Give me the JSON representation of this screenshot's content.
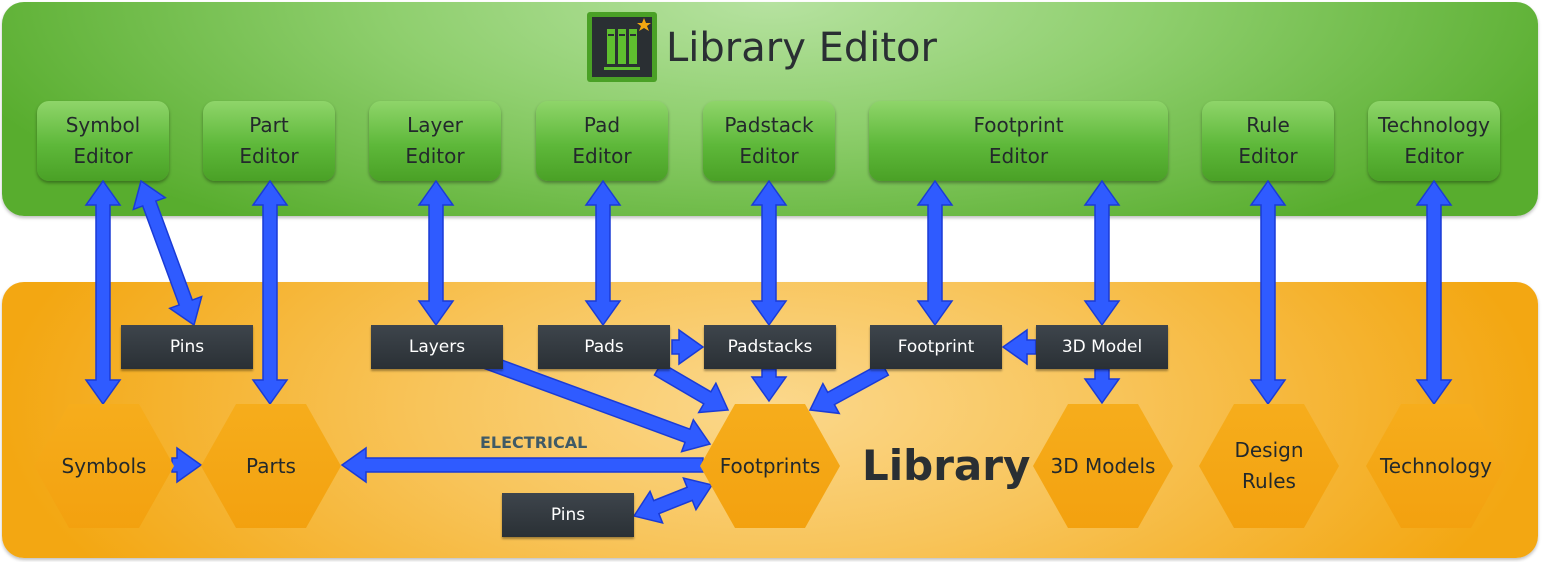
{
  "header": {
    "title": "Library Editor",
    "logo_icon": "books-icon"
  },
  "editors": [
    {
      "id": "symbol",
      "line1": "Symbol",
      "line2": "Editor"
    },
    {
      "id": "part",
      "line1": "Part",
      "line2": "Editor"
    },
    {
      "id": "layer",
      "line1": "Layer",
      "line2": "Editor"
    },
    {
      "id": "pad",
      "line1": "Pad",
      "line2": "Editor"
    },
    {
      "id": "padstack",
      "line1": "Padstack",
      "line2": "Editor"
    },
    {
      "id": "footprint",
      "line1": "Footprint",
      "line2": "Editor"
    },
    {
      "id": "rule",
      "line1": "Rule",
      "line2": "Editor"
    },
    {
      "id": "technology",
      "line1": "Technology",
      "line2": "Editor"
    }
  ],
  "components": {
    "pins_top": "Pins",
    "layers": "Layers",
    "pads": "Pads",
    "padstacks": "Padstacks",
    "footprint": "Footprint",
    "model3d": "3D Model",
    "pins_bottom": "Pins"
  },
  "library": {
    "label": "Library",
    "symbols": "Symbols",
    "parts": "Parts",
    "footprints": "Footprints",
    "models3d": "3D Models",
    "design_rules_line1": "Design",
    "design_rules_line2": "Rules",
    "technology": "Technology"
  },
  "edge_labels": {
    "electrical": "ELECTRICAL"
  },
  "colors": {
    "editor_green": "#4aa126",
    "library_orange": "#f3a712",
    "arrow_blue": "#2f5bff",
    "bar_dark": "#2f353b"
  }
}
